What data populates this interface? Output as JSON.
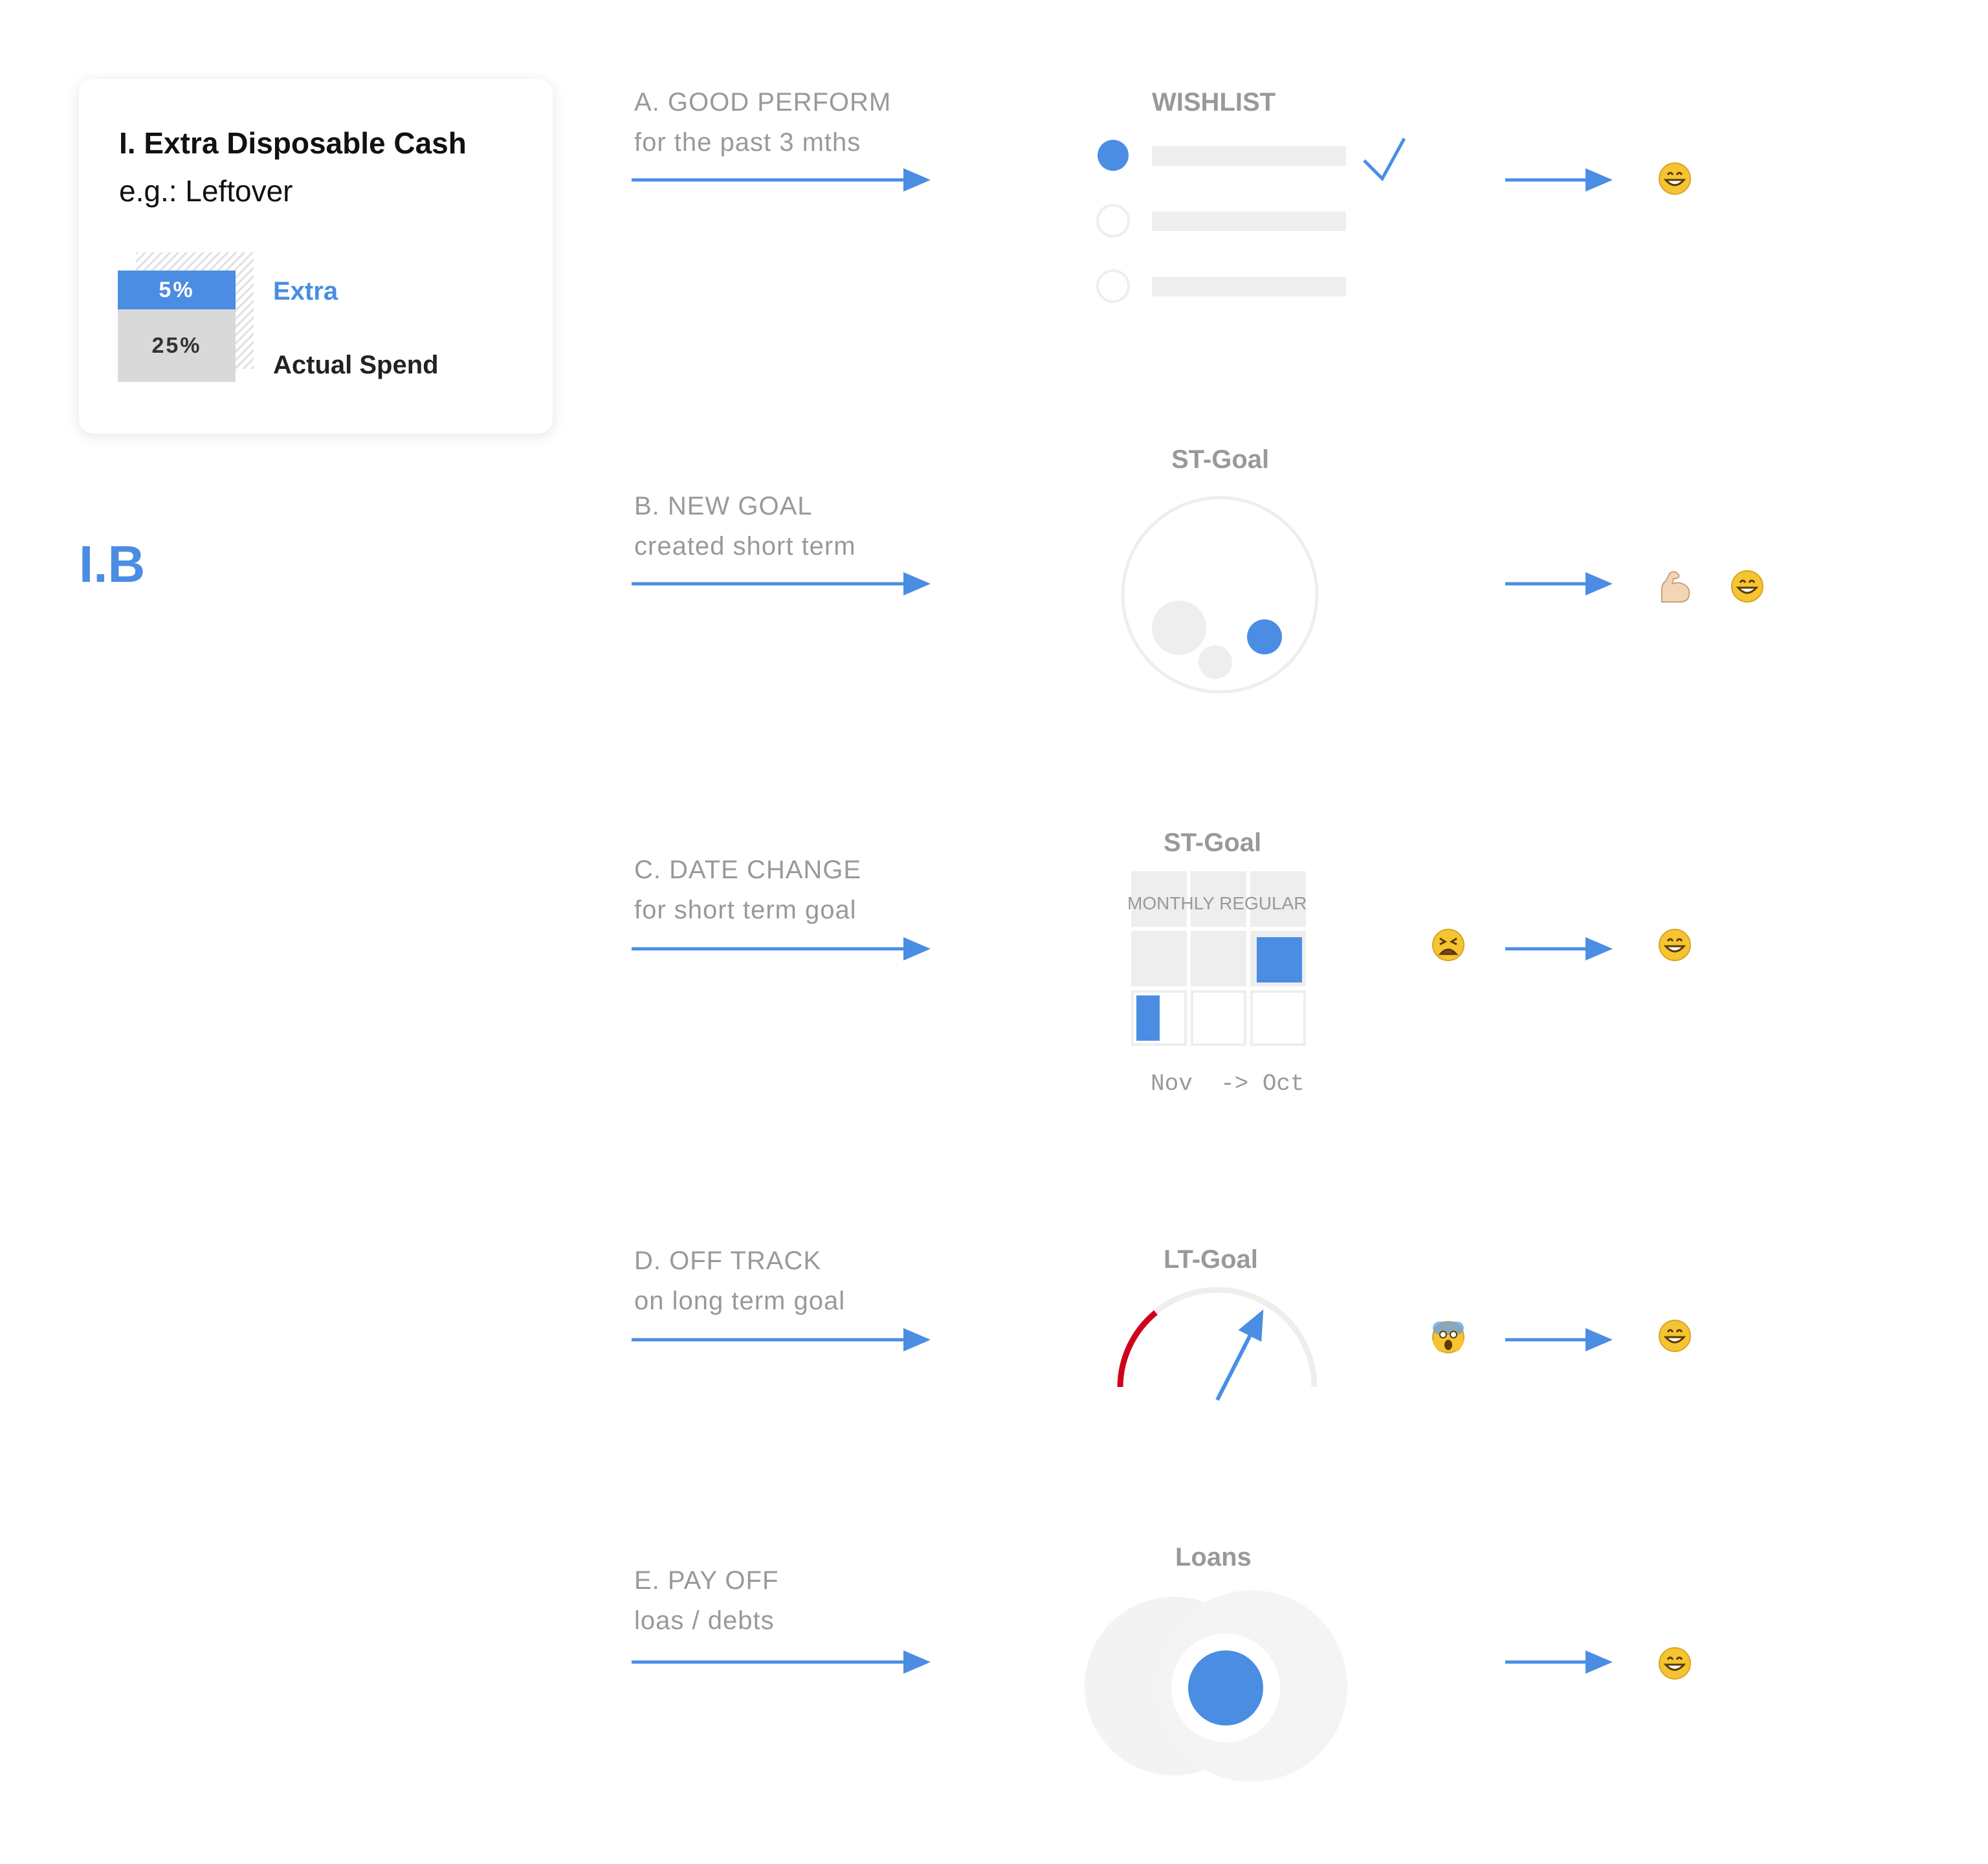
{
  "card": {
    "title": "I. Extra Disposable Cash",
    "subtitle": "e.g.: Leftover",
    "extra_pct": "5%",
    "spend_pct": "25%",
    "extra_label": "Extra",
    "spend_label": "Actual Spend"
  },
  "section_label": "I.B",
  "steps": [
    {
      "title": "A. GOOD PERFORM",
      "sub": "for the past 3 mths",
      "visual_title": "WISHLIST",
      "result": [
        "grinning-face"
      ]
    },
    {
      "title": "B. NEW GOAL",
      "sub": "created short term",
      "visual_title": "ST-Goal",
      "result": [
        "flexed-biceps",
        "grinning-face"
      ]
    },
    {
      "title": "C. DATE CHANGE",
      "sub": "for short term goal",
      "visual_title": "ST-Goal",
      "grid_header": "MONTHLY REGULAR",
      "date_change": "Nov  -> Oct",
      "before": "tired-face",
      "result": [
        "grinning-face"
      ]
    },
    {
      "title": "D. OFF TRACK",
      "sub": "on long term goal",
      "visual_title": "LT-Goal",
      "gauge_fraction": 0.65,
      "before": "screaming-face",
      "result": [
        "grinning-face"
      ]
    },
    {
      "title": "E. PAY OFF",
      "sub": "loas / debts",
      "visual_title": "Loans",
      "result": [
        "grinning-face"
      ]
    }
  ],
  "colors": {
    "accent": "#4a8de3",
    "muted": "#999999",
    "light": "#eeeeee",
    "danger": "#d0021b",
    "emoji": "#f5c433"
  }
}
